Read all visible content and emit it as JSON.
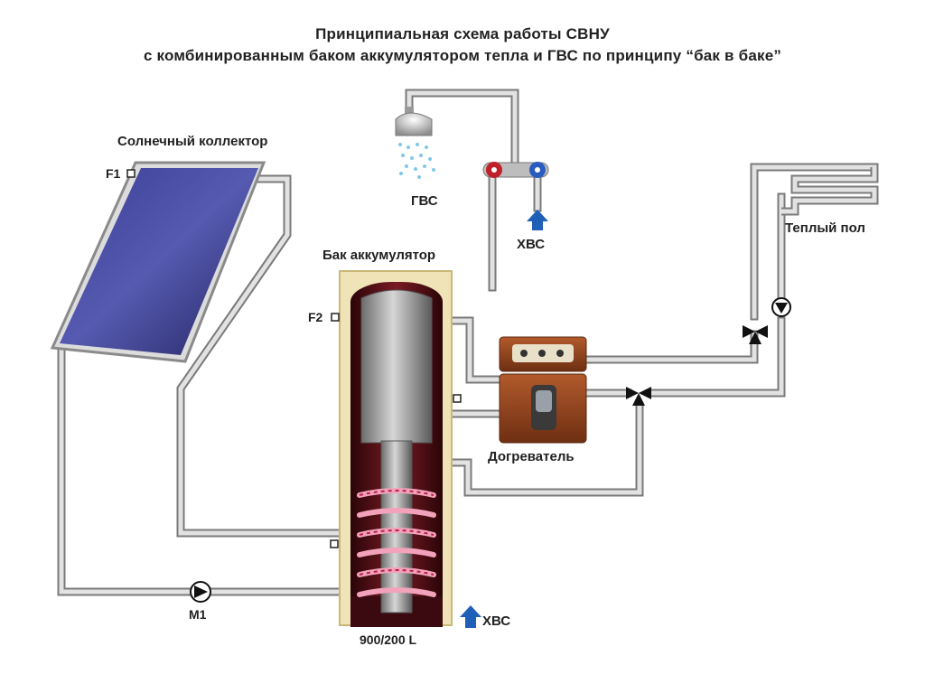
{
  "title": {
    "line1": "Принципиальная схема работы СВНУ",
    "line2": "с комбинированным баком аккумулятором тепла и ГВС по принципу “бак в баке”"
  },
  "labels": {
    "collector": "Солнечный коллектор",
    "sensor_f1": "F1",
    "sensor_f2": "F2",
    "gvs": "ГВС",
    "hvs_top": "ХВС",
    "tank": "Бак аккумулятор",
    "warm_floor": "Теплый пол",
    "heater": "Догреватель",
    "pump": "M1",
    "tank_volume": "900/200 L",
    "hvs_bottom": "ХВС"
  },
  "colors": {
    "pipe": "#d8d8d8",
    "pipe_edge": "#7a7a7a",
    "tank_outer": "#eee2b4",
    "tank_inner": "#4a0a12",
    "dhw_tank": "#a8a8a8",
    "coil": "#e89ab0",
    "collector": "#2e2f7a",
    "heater": "#9a4a22",
    "cold_arrow": "#1f5fb8",
    "hot_tap": "#c0202a"
  }
}
